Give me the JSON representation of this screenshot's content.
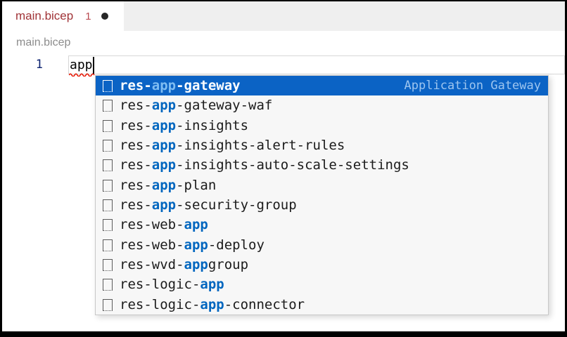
{
  "tab": {
    "filename": "main.bicep",
    "error_count": "1",
    "modified": true
  },
  "breadcrumb": {
    "path": "main.bicep"
  },
  "editor": {
    "line_number": "1",
    "code_text": "app",
    "has_error_squiggle": true,
    "cursor_visible": true
  },
  "suggest": {
    "icon": "snippet-icon",
    "items": [
      {
        "prefix": "res-",
        "match": "app",
        "suffix": "-gateway",
        "detail": "Application Gateway",
        "selected": true
      },
      {
        "prefix": "res-",
        "match": "app",
        "suffix": "-gateway-waf",
        "detail": ""
      },
      {
        "prefix": "res-",
        "match": "app",
        "suffix": "-insights",
        "detail": ""
      },
      {
        "prefix": "res-",
        "match": "app",
        "suffix": "-insights-alert-rules",
        "detail": ""
      },
      {
        "prefix": "res-",
        "match": "app",
        "suffix": "-insights-auto-scale-settings",
        "detail": ""
      },
      {
        "prefix": "res-",
        "match": "app",
        "suffix": "-plan",
        "detail": ""
      },
      {
        "prefix": "res-",
        "match": "app",
        "suffix": "-security-group",
        "detail": ""
      },
      {
        "prefix": "res-web-",
        "match": "app",
        "suffix": "",
        "detail": ""
      },
      {
        "prefix": "res-web-",
        "match": "app",
        "suffix": "-deploy",
        "detail": ""
      },
      {
        "prefix": "res-wvd-",
        "match": "app",
        "suffix": "group",
        "detail": ""
      },
      {
        "prefix": "res-logic-",
        "match": "app",
        "suffix": "",
        "detail": ""
      },
      {
        "prefix": "res-logic-",
        "match": "app",
        "suffix": "-connector",
        "detail": ""
      }
    ]
  },
  "colors": {
    "selection_blue": "#0b63c5",
    "match_blue": "#0066bf",
    "match_blue_on_selected": "#7fbdf2",
    "detail_text_on_selected": "#9dc5ef",
    "tab_error_red": "#a13438",
    "error_count_red": "#b94a51",
    "squiggle_red": "#e51400",
    "line_number_blue": "#0b216f",
    "tabbar_gray": "#efefef",
    "suggest_bg": "#f7f7f7"
  }
}
